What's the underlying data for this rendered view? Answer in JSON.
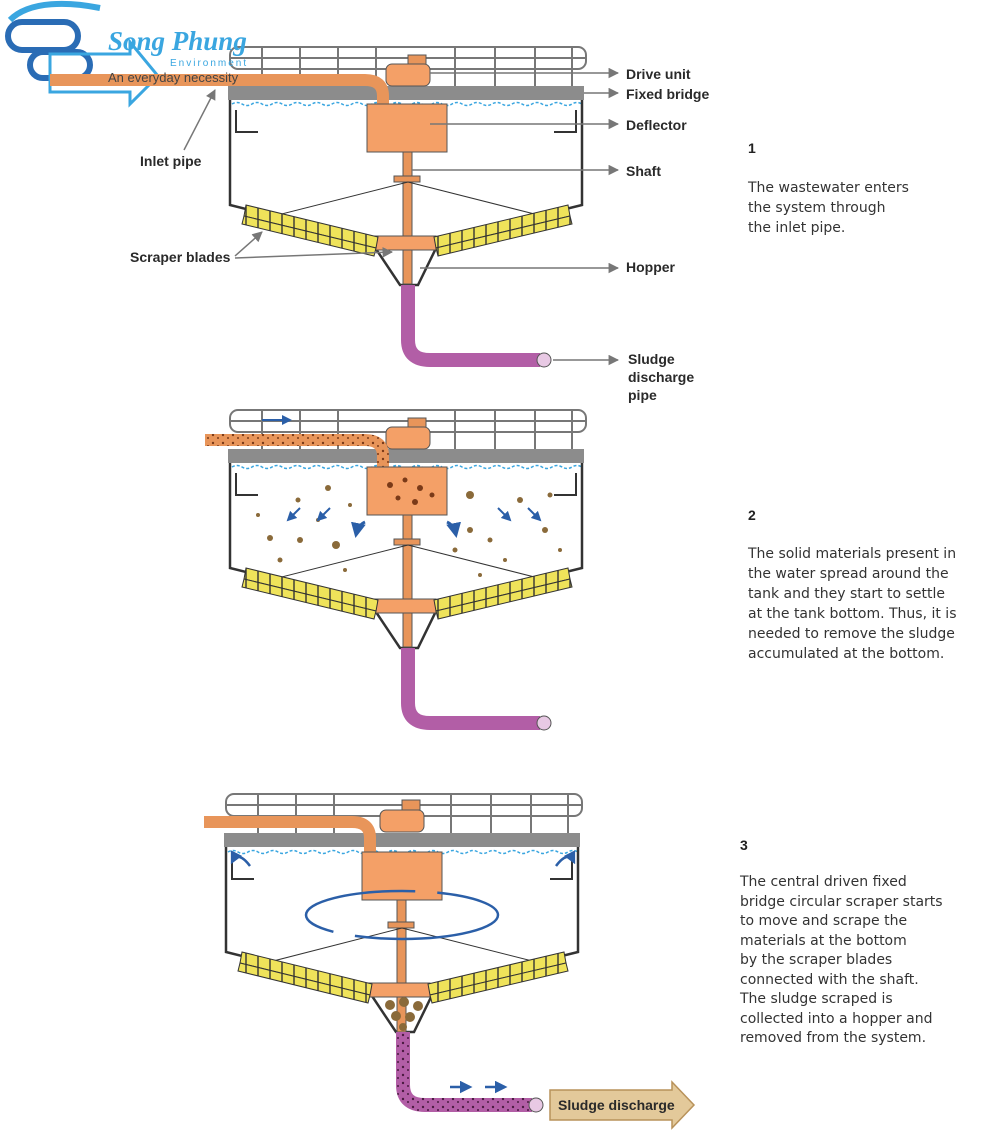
{
  "brand": {
    "name": "Song Phung",
    "sub": "Environment",
    "tagline": "An everyday necessity",
    "color": "#3aa6e0"
  },
  "labels": {
    "drive_unit": "Drive unit",
    "fixed_bridge": "Fixed bridge",
    "deflector": "Deflector",
    "inlet_pipe": "Inlet pipe",
    "shaft": "Shaft",
    "scraper_blades": "Scraper blades",
    "hopper": "Hopper",
    "sludge_pipe_l1": "Sludge",
    "sludge_pipe_l2": "discharge",
    "sludge_pipe_l3": "pipe",
    "sludge_discharge": "Sludge discharge"
  },
  "steps": [
    {
      "number": "1",
      "lines": [
        "The wastewater enters",
        "the system through",
        "the inlet pipe."
      ]
    },
    {
      "number": "2",
      "lines": [
        "The solid materials present in",
        "the water spread around the",
        "tank and they start to settle",
        "at the tank bottom. Thus, it is",
        "needed to remove the sludge",
        "accumulated at the bottom."
      ]
    },
    {
      "number": "3",
      "lines": [
        "The central driven fixed",
        "bridge circular scraper starts",
        "to move and scrape the",
        "materials at the bottom",
        "by the scraper blades",
        "connected with the shaft.",
        "The sludge scraped is",
        "collected into a hopper and",
        "removed from the system."
      ]
    }
  ],
  "colors": {
    "pipe_orange": "#e8955a",
    "deflector_orange": "#f4a067",
    "sludge_pipe": "#b25ea6",
    "blade_yellow": "#efe35a",
    "bridge_gray": "#8c8c8c",
    "water_blue": "#3aa6e0",
    "arrow_blue": "#2b5fa8",
    "particle_brown": "#8a6a3a",
    "discharge_arrow": "#c9a66b"
  }
}
